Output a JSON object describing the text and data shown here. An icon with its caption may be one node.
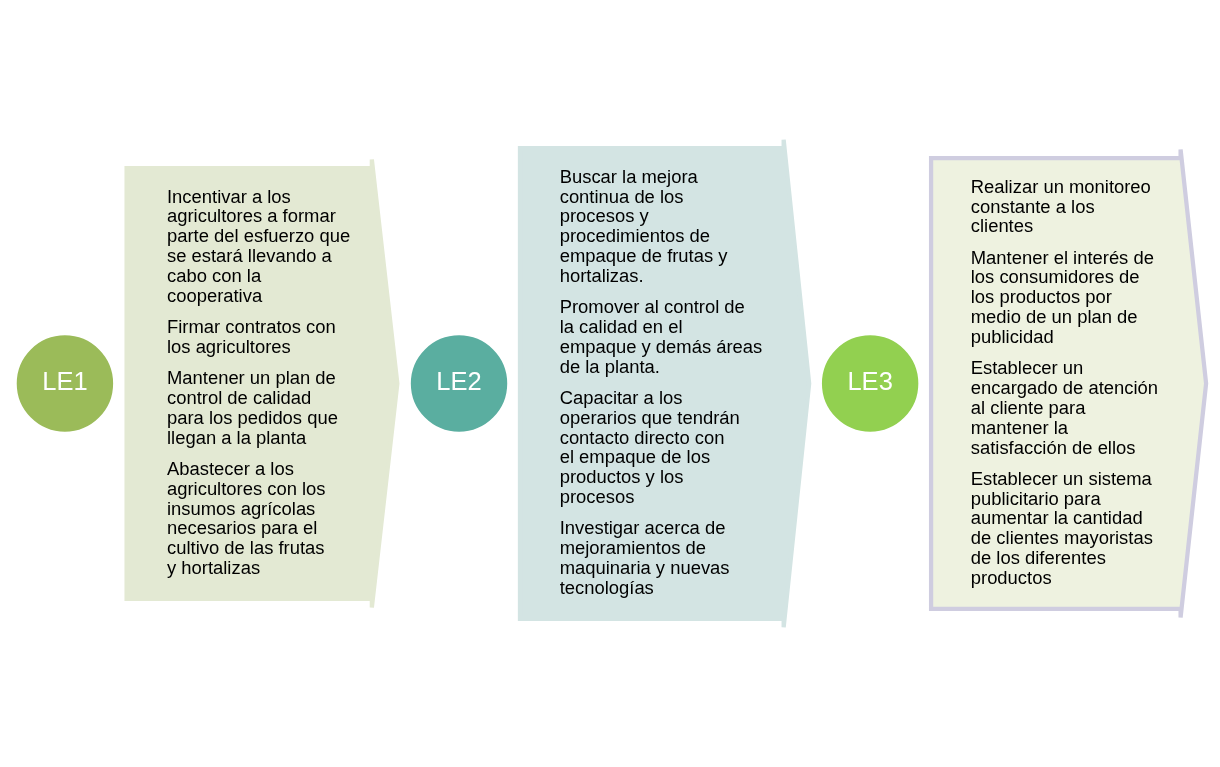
{
  "diagram": {
    "nodes": [
      {
        "text": [
          "LE1"
        ]
      },
      {
        "text": [
          "Incentivar a los agricultores a formar parte del esfuerzo que se estará llevando a cabo con la cooperativa",
          "Firmar contratos con los agricultores",
          "Mantener un plan de control de calidad para los pedidos que llegan a la planta",
          "Abastecer a los agricultores con los insumos agrícolas necesarios para el cultivo de las frutas y hortalizas"
        ]
      },
      {
        "text": [
          "LE2"
        ]
      },
      {
        "text": [
          "Buscar la mejora continua de los procesos y procedimientos de empaque de frutas y hortalizas.",
          "Promover al control de la calidad en el empaque y demás áreas de la planta.",
          "Capacitar a los operarios que tendrán contacto directo con el empaque de los productos y los procesos",
          "Investigar acerca de mejoramientos de maquinaria y nuevas tecnologías"
        ]
      },
      {
        "text": [
          "LE3"
        ]
      },
      {
        "text": [
          "Realizar un monitoreo constante a los clientes",
          "Mantener el interés de los consumidores de los productos por medio de un plan de publicidad",
          "Establecer un encargado de atención al cliente para mantener la satisfacción de ellos",
          "Establecer un sistema publicitario para aumentar la cantidad de clientes mayoristas de los diferentes productos"
        ]
      }
    ],
    "edges": []
  }
}
